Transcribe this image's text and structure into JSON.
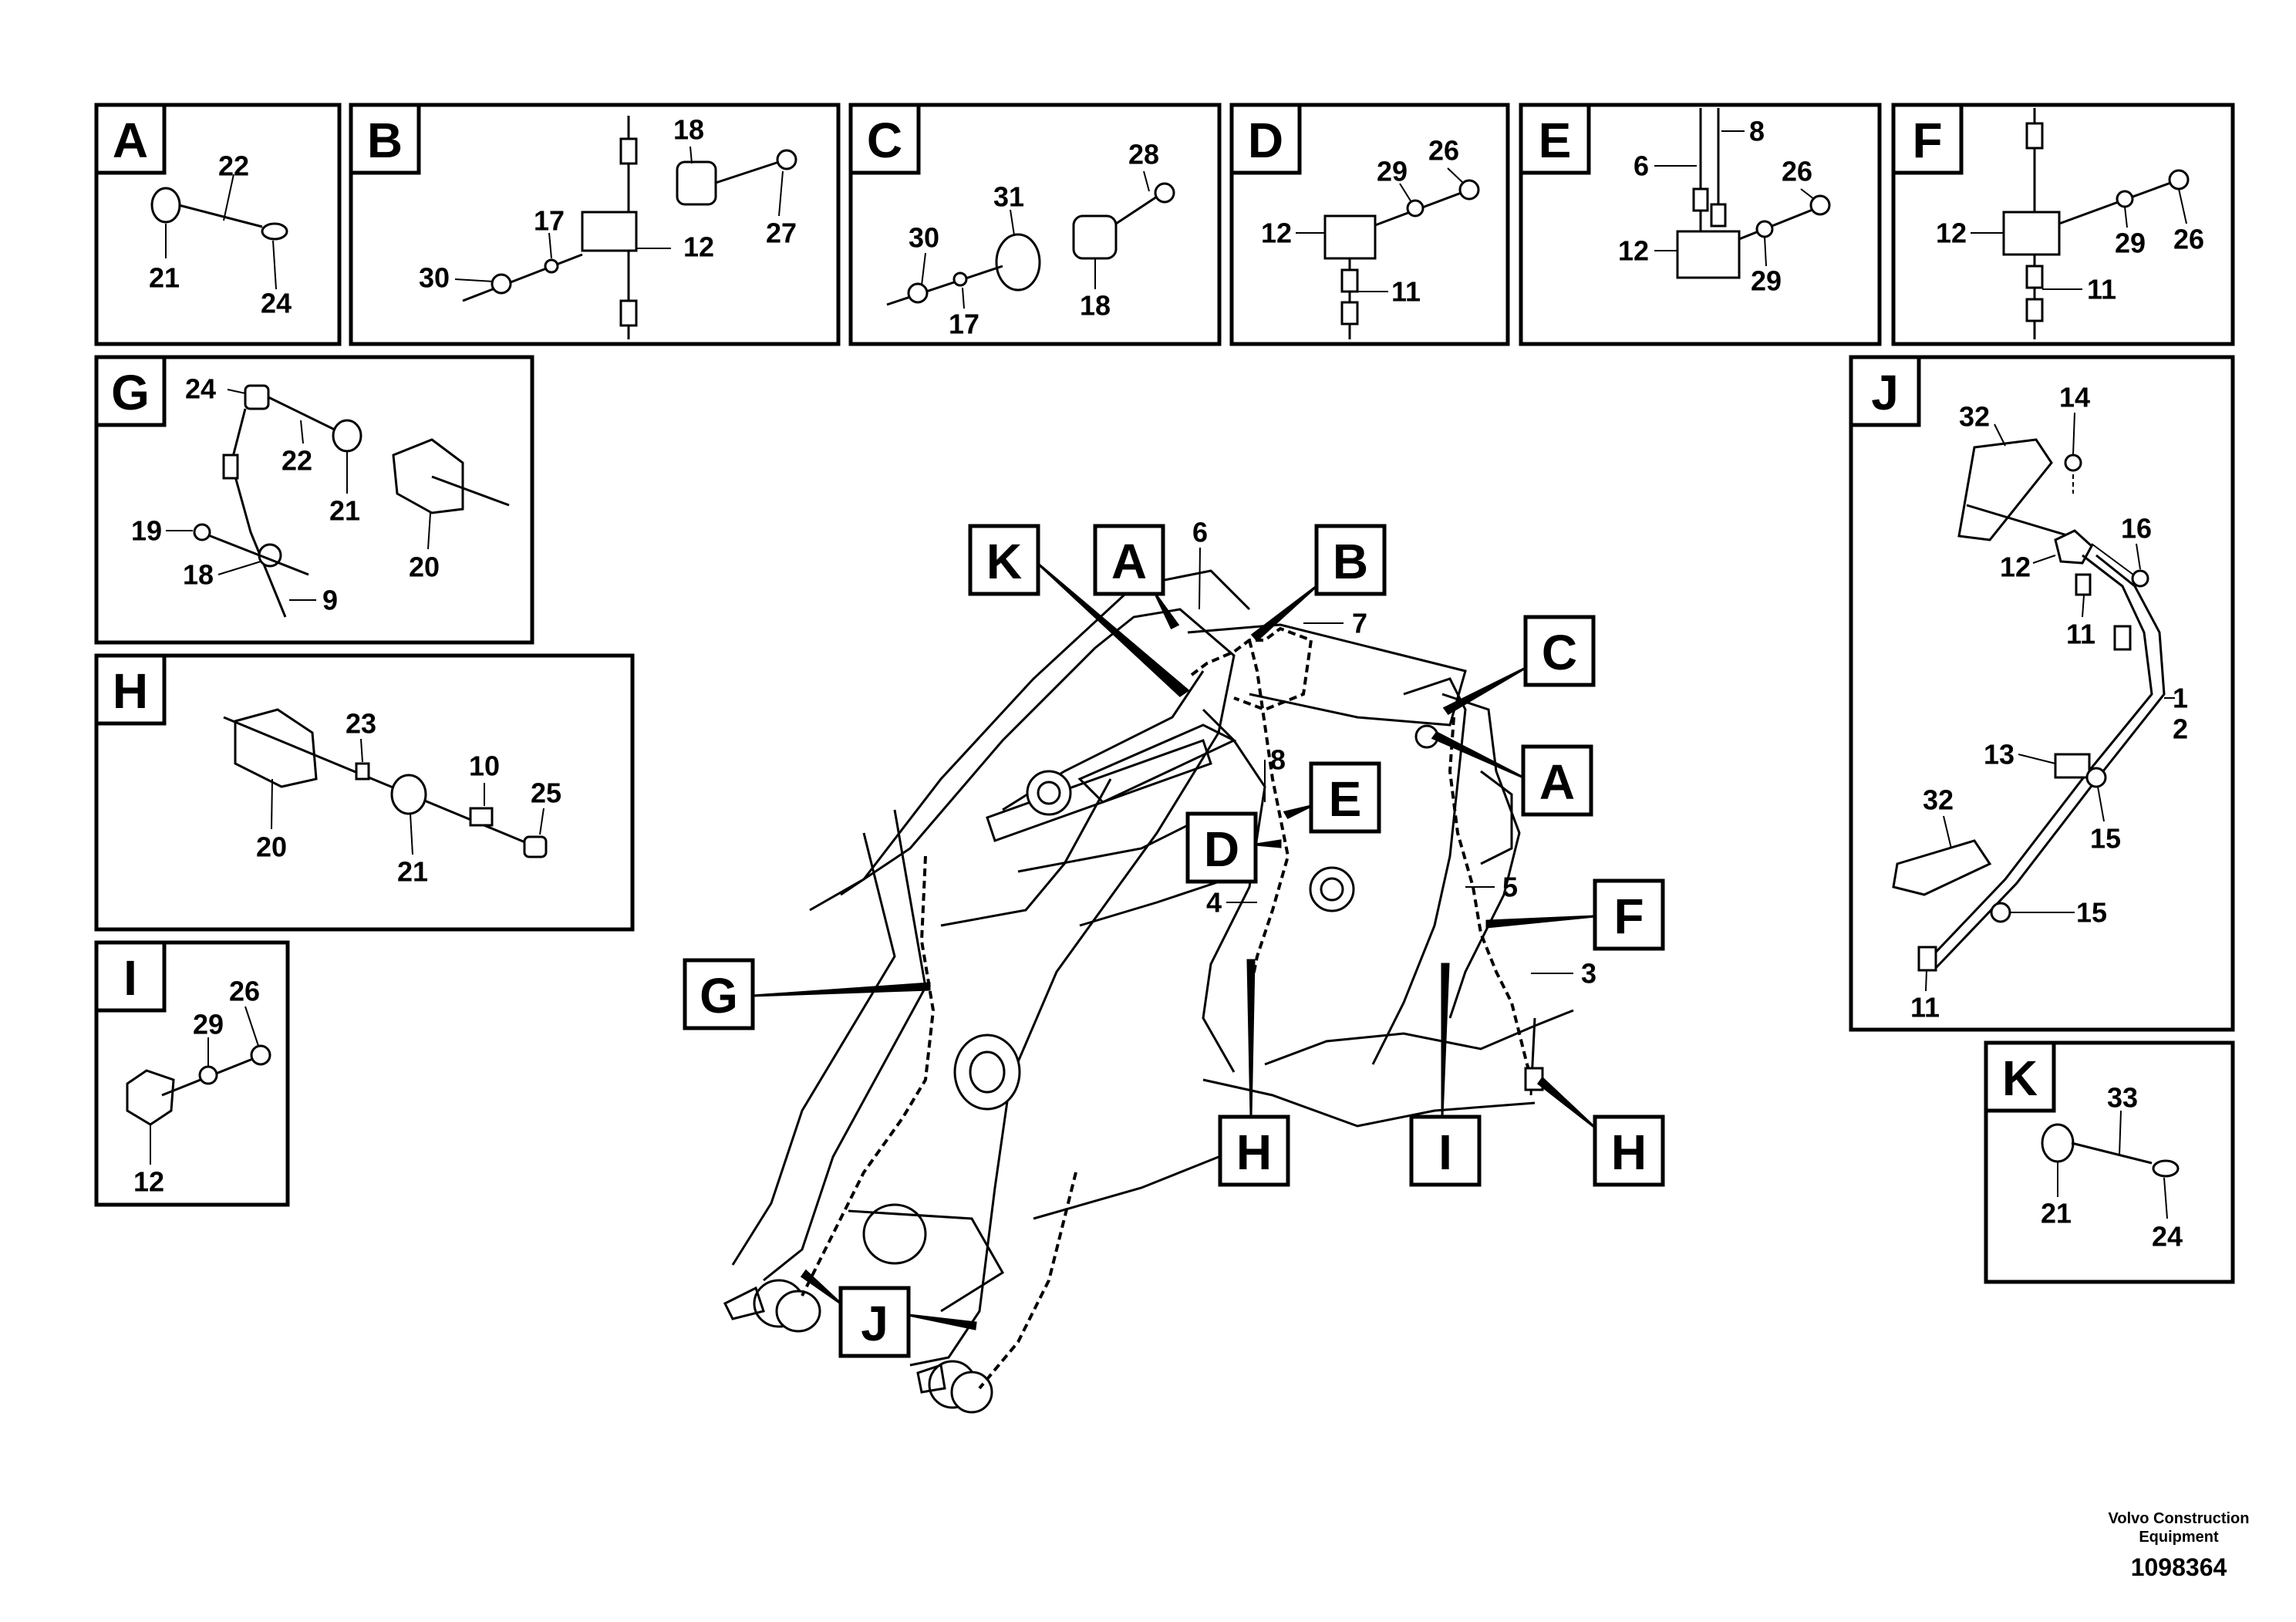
{
  "detail_views": {
    "A": {
      "tag": "A",
      "labels": [
        "22",
        "21",
        "24"
      ]
    },
    "B": {
      "tag": "B",
      "labels": [
        "18",
        "17",
        "12",
        "27",
        "30"
      ]
    },
    "C": {
      "tag": "C",
      "labels": [
        "28",
        "31",
        "30",
        "17",
        "18"
      ]
    },
    "D": {
      "tag": "D",
      "labels": [
        "29",
        "26",
        "12",
        "11"
      ]
    },
    "E": {
      "tag": "E",
      "labels": [
        "6",
        "8",
        "26",
        "12",
        "29"
      ]
    },
    "F": {
      "tag": "F",
      "labels": [
        "12",
        "29",
        "26",
        "11"
      ]
    },
    "G": {
      "tag": "G",
      "labels": [
        "24",
        "22",
        "21",
        "20",
        "19",
        "18",
        "9"
      ]
    },
    "H": {
      "tag": "H",
      "labels": [
        "23",
        "10",
        "25",
        "20",
        "21"
      ]
    },
    "I": {
      "tag": "I",
      "labels": [
        "26",
        "29",
        "12"
      ]
    },
    "J": {
      "tag": "J",
      "labels": [
        "32",
        "14",
        "16",
        "12",
        "11",
        "1",
        "2",
        "13",
        "32",
        "15",
        "15",
        "11"
      ]
    },
    "K": {
      "tag": "K",
      "labels": [
        "33",
        "21",
        "24"
      ]
    }
  },
  "main_view": {
    "callouts": [
      "K",
      "A",
      "B",
      "C",
      "A",
      "E",
      "D",
      "F",
      "G",
      "H",
      "I",
      "H",
      "J"
    ],
    "labels": [
      "6",
      "7",
      "8",
      "4",
      "5",
      "3"
    ]
  },
  "footer": {
    "brand_line1": "Volvo Construction",
    "brand_line2": "Equipment",
    "doc_number": "1098364"
  }
}
